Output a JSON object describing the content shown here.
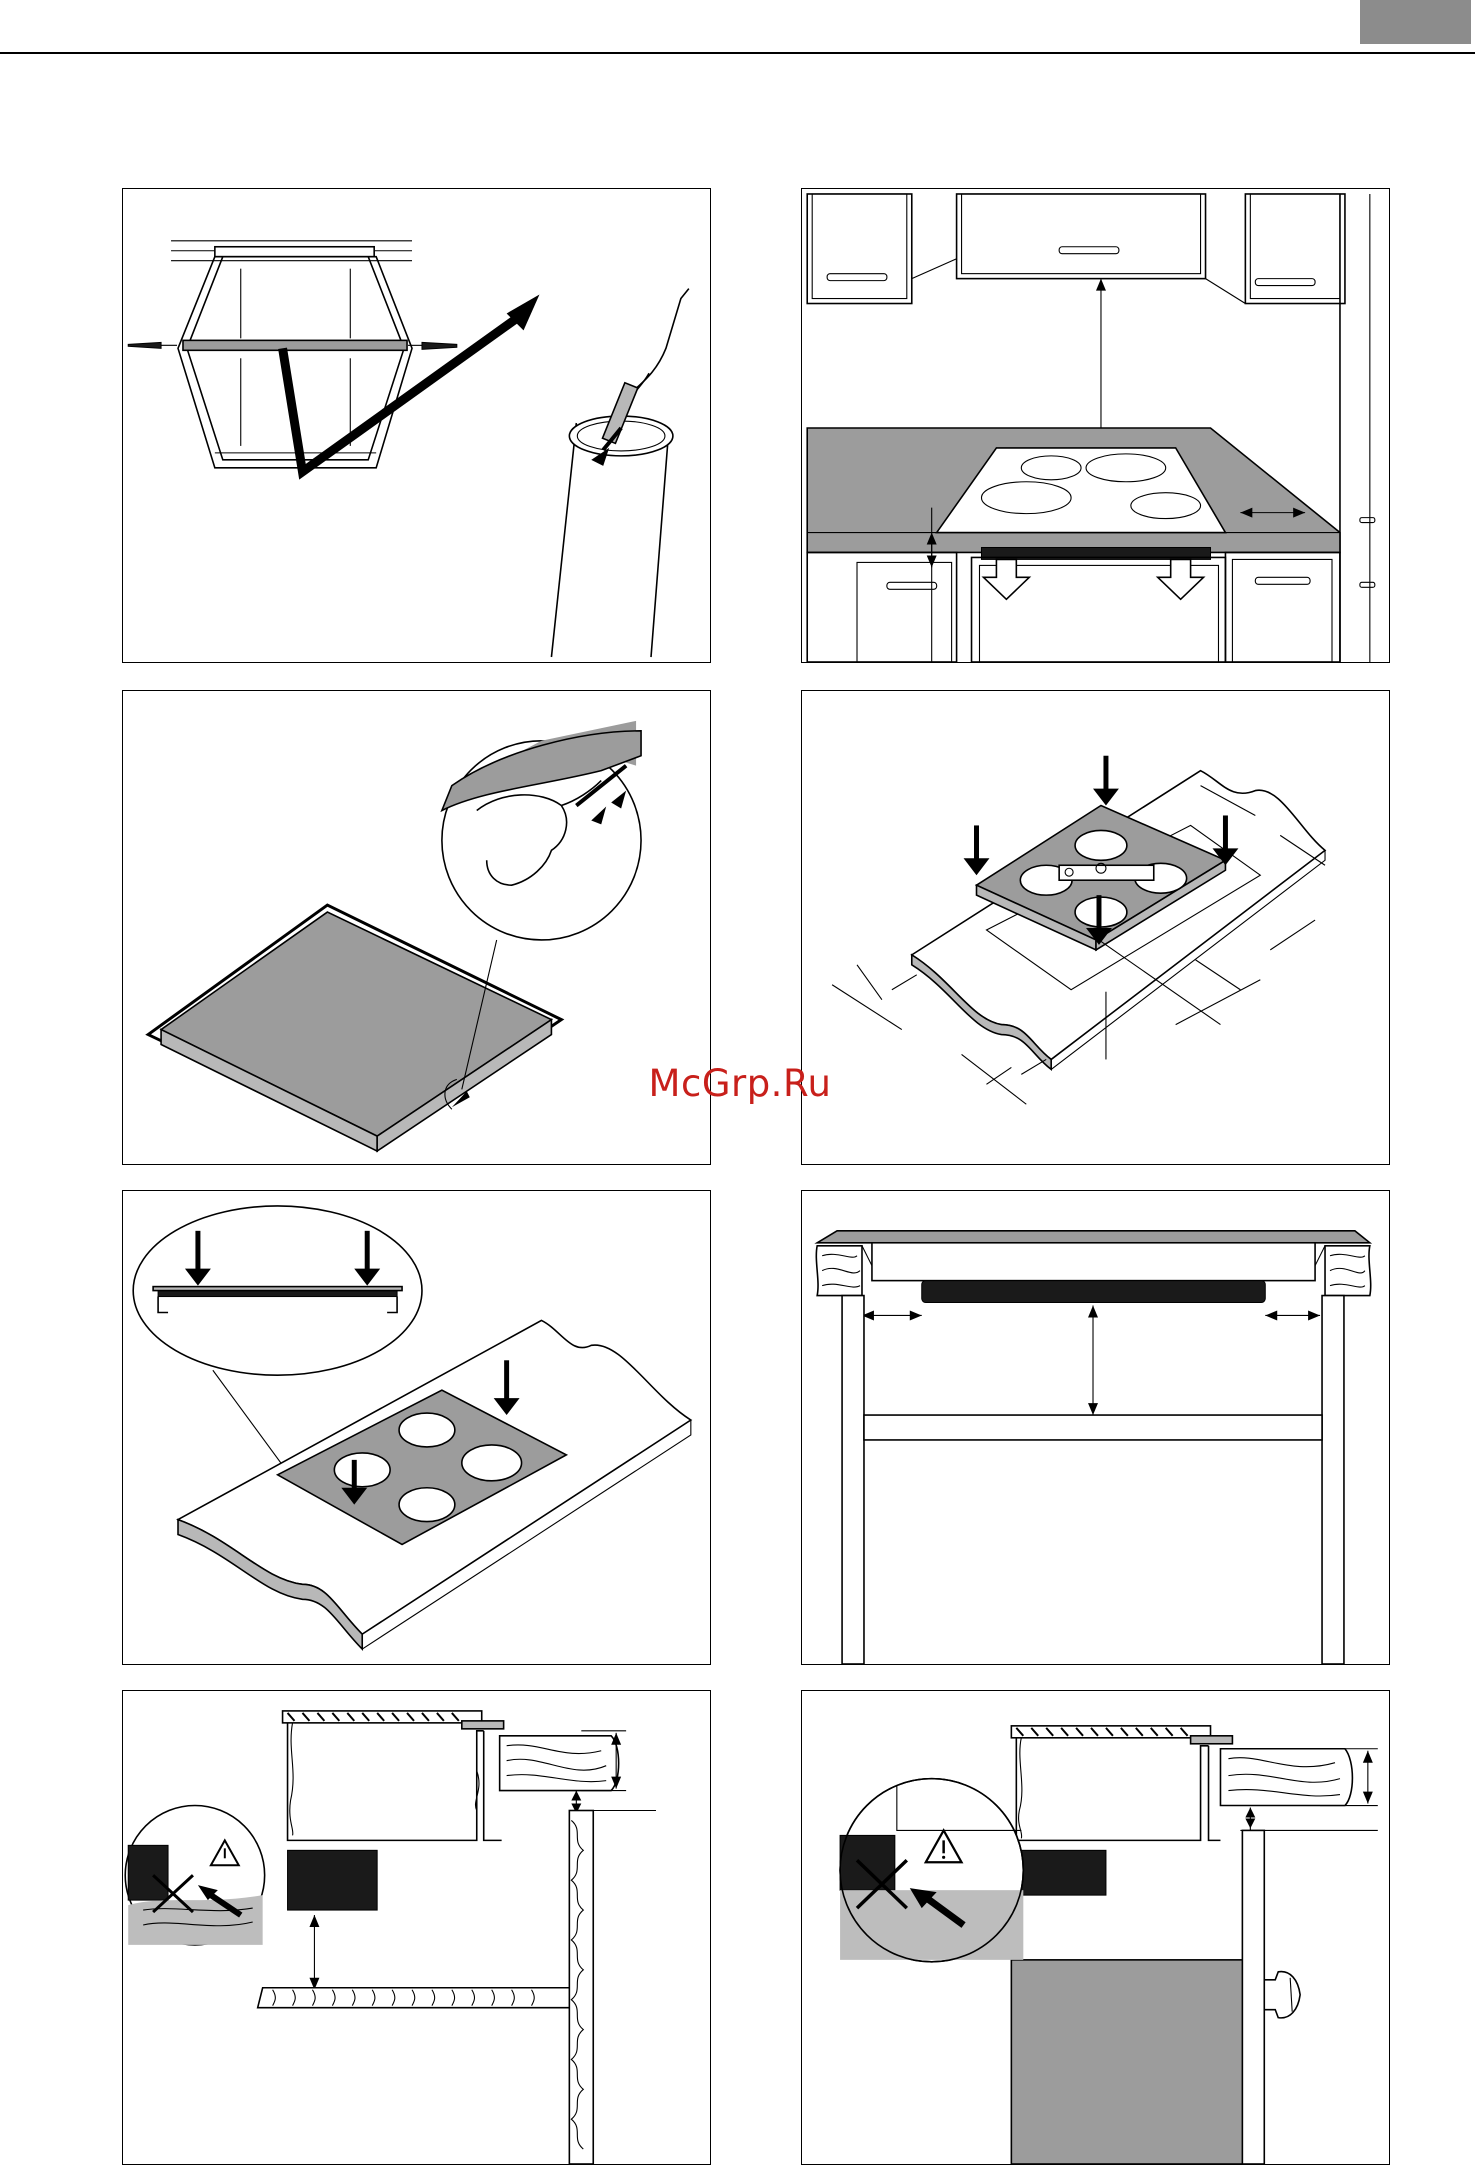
{
  "header": {
    "tab_color": "#8c8c8c",
    "rule_color": "#000000"
  },
  "watermark": {
    "text": "McGrp.Ru",
    "color": "#c8201b"
  },
  "figures": [
    {
      "id": "fig-1",
      "subject": "cabinet-sealing"
    },
    {
      "id": "fig-2",
      "subject": "kitchen-clearance"
    },
    {
      "id": "fig-3",
      "subject": "apply-seal-strip"
    },
    {
      "id": "fig-4",
      "subject": "cutout-dimensions"
    },
    {
      "id": "fig-5",
      "subject": "press-hob-into-worktop"
    },
    {
      "id": "fig-6",
      "subject": "hob-section-above-cabinet"
    },
    {
      "id": "fig-7",
      "subject": "protection-board-under-hob"
    },
    {
      "id": "fig-8",
      "subject": "hob-above-oven"
    }
  ],
  "icons": [
    "warning-triangle-icon",
    "prohibited-cross-icon",
    "arrow-icon"
  ]
}
